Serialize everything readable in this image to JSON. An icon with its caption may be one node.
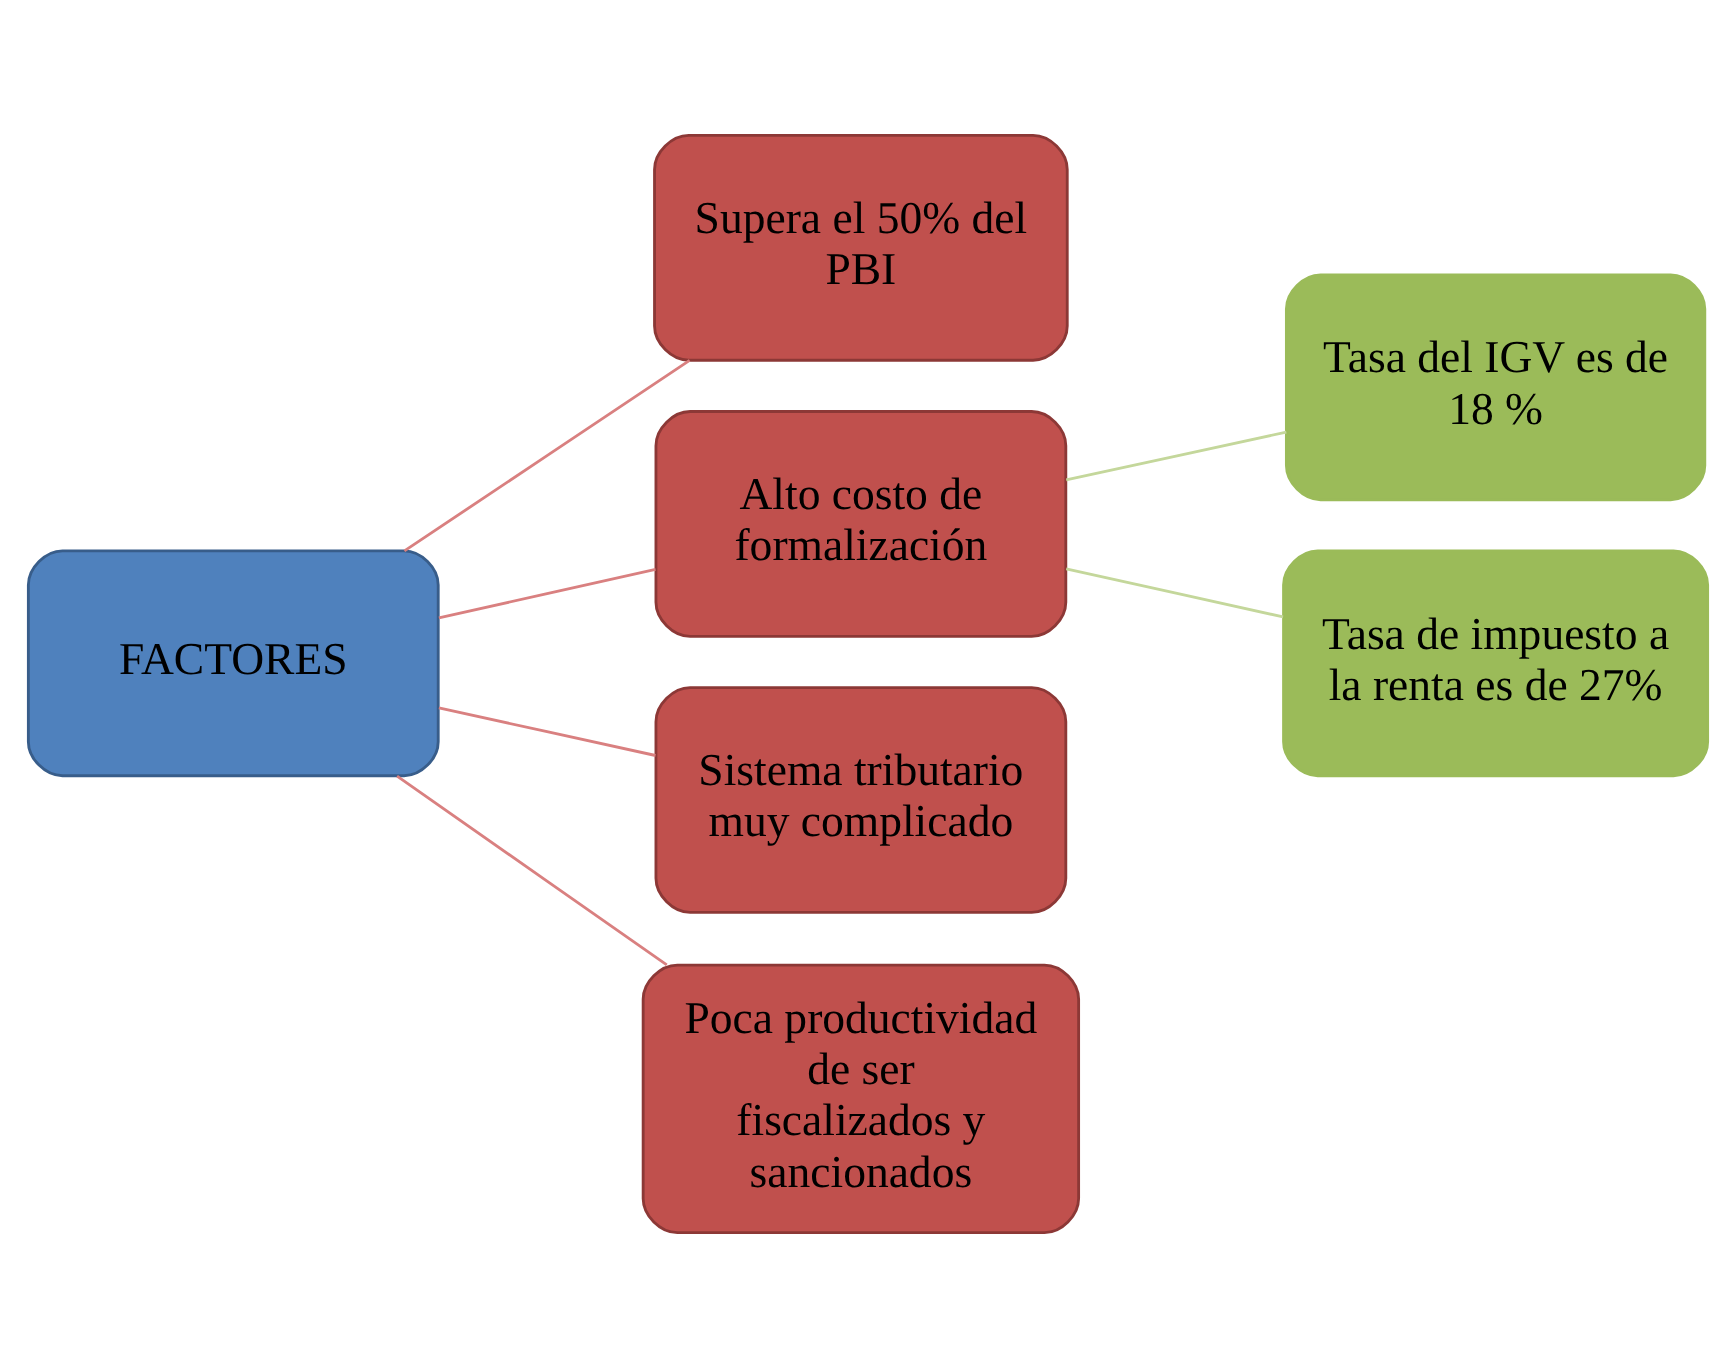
{
  "diagram": {
    "nodes": [
      {
        "text": [
          "FACTORES"
        ]
      },
      {
        "text": [
          "Supera el 50% del PBI"
        ]
      },
      {
        "text": [
          "Alto costo de formalización"
        ]
      },
      {
        "text": [
          "Sistema tributario muy complicado"
        ]
      },
      {
        "text": [
          "Poca productividad de ser fiscalizados y sancionados"
        ]
      },
      {
        "text": [
          "Tasa del IGV es de 18 %"
        ]
      },
      {
        "text": [
          "Tasa de impuesto a la renta es de 27%"
        ]
      }
    ],
    "edges": [
      {
        "from": 0,
        "to": 1,
        "arrow": "none"
      },
      {
        "from": 0,
        "to": 2,
        "arrow": "none"
      },
      {
        "from": 0,
        "to": 3,
        "arrow": "none"
      },
      {
        "from": 0,
        "to": 4,
        "arrow": "none"
      },
      {
        "from": 2,
        "to": 5,
        "arrow": "none",
        "color": "#c4d79b"
      },
      {
        "from": 2,
        "to": 6,
        "arrow": "none",
        "color": "#c4d79b"
      }
    ]
  }
}
